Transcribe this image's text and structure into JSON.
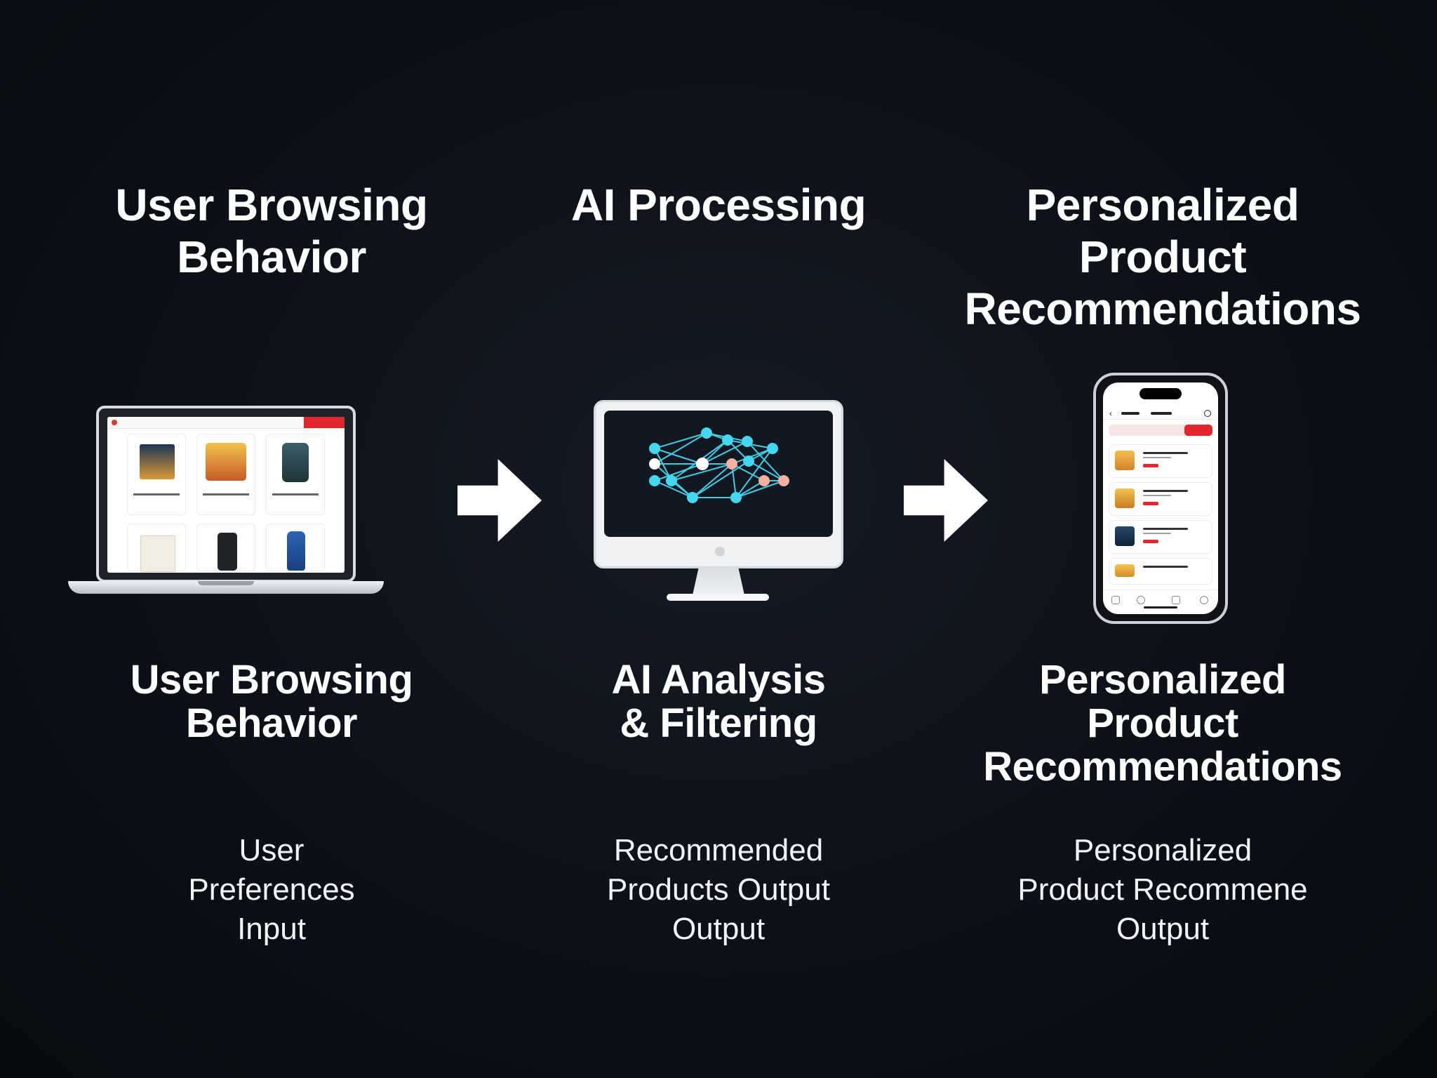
{
  "columns": [
    {
      "id": "input",
      "top_title": "User Browsing\nBehavior",
      "middle_title": "User Browsing\nBehavior",
      "subtext": "User\nPreferences\nInput",
      "device": "laptop-icon"
    },
    {
      "id": "processing",
      "top_title": "AI Processing",
      "middle_title": "AI Analysis\n& Filtering",
      "subtext": "Recommended\nProducts Output\nOutput",
      "device": "desktop-monitor-icon"
    },
    {
      "id": "output",
      "top_title": "Personalized\nProduct\nRecommendations",
      "middle_title": "Personalized\nProduct\nRecommendations",
      "subtext": "Personalized\nProduct Recommene\nOutput",
      "device": "smartphone-icon"
    }
  ],
  "colors": {
    "background": "#0c1017",
    "text": "#ffffff",
    "accent_red": "#e3262d",
    "network_cyan": "#3fd4ef",
    "network_peach": "#f6b0a0",
    "network_white": "#ffffff"
  },
  "arrows": [
    "arrow-right-icon",
    "arrow-right-icon"
  ]
}
